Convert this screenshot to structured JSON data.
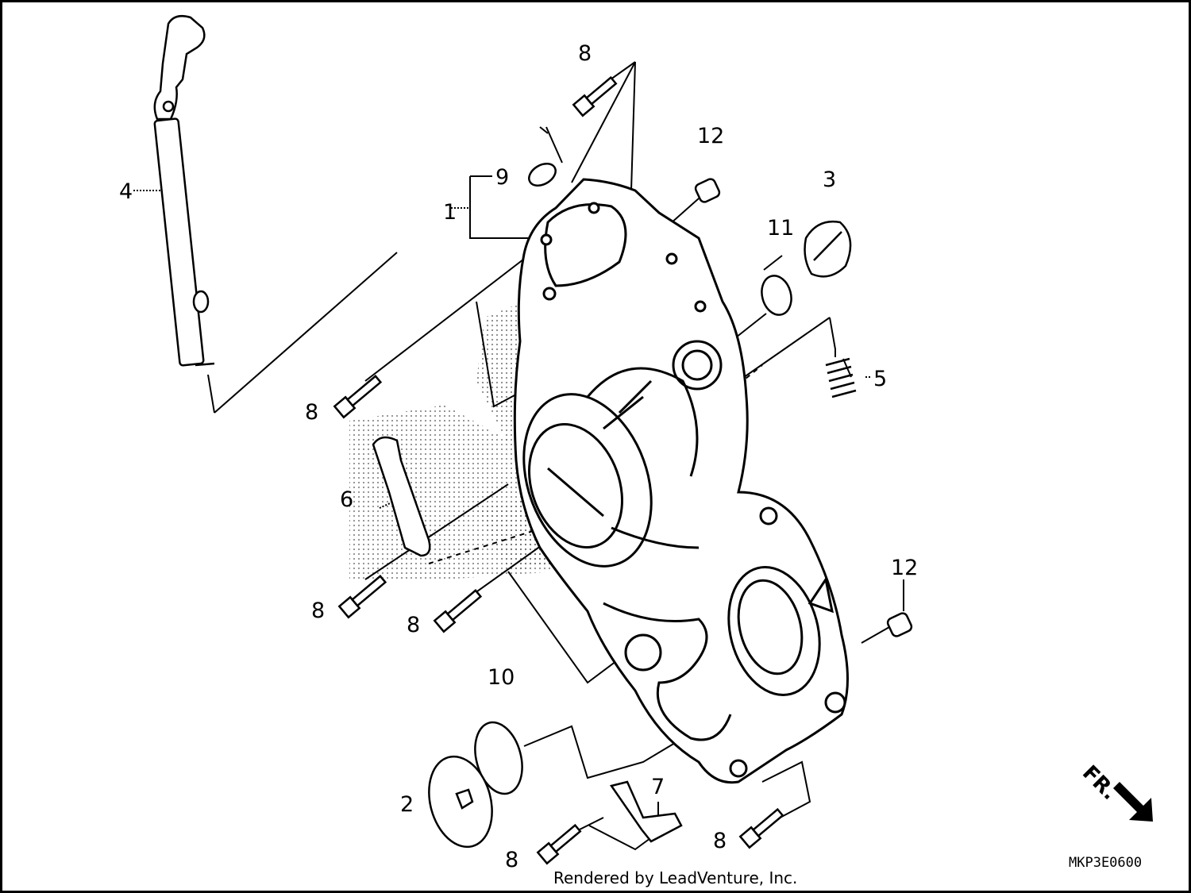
{
  "callouts": {
    "c1": "1",
    "c2": "2",
    "c3": "3",
    "c4": "4",
    "c5": "5",
    "c6": "6",
    "c7": "7",
    "c8a": "8",
    "c8b": "8",
    "c8c": "8",
    "c8d": "8",
    "c8e": "8",
    "c8f": "8",
    "c9": "9",
    "c10": "10",
    "c11": "11",
    "c12a": "12",
    "c12b": "12"
  },
  "diagram_code": "MKP3E0600",
  "direction_label": "FR.",
  "credit": "Rendered by LeadVenture, Inc."
}
